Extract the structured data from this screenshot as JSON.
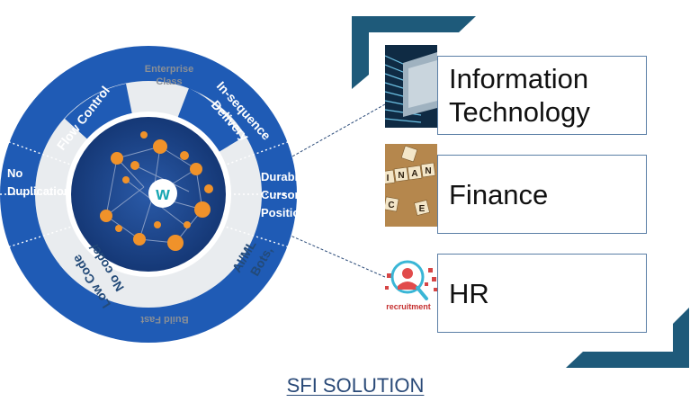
{
  "wheel": {
    "segments": {
      "enterprise_class_line1": "Enterprise",
      "enterprise_class_line2": "Class",
      "flow_control": "Flow Control",
      "in_sequence_line1": "In-sequence",
      "in_sequence_line2": "Delivery",
      "no_duplication_line1": "No",
      "no_duplication_line2": "Duplication",
      "durable_cursor_line1": "Durable",
      "durable_cursor_line2": "Cursor",
      "durable_cursor_line3": "Position",
      "no_code_line1": "No code/",
      "no_code_line2": "Low Code",
      "bots_line1": "Bots,",
      "bots_line2": "AI/ML",
      "build_fast": "Build Fast"
    },
    "center_logo": "w"
  },
  "cards": [
    {
      "line1": "Information",
      "line2": "Technology",
      "icon": "circuit-chip-icon"
    },
    {
      "line1": "Finance",
      "icon": "finance-tiles-icon"
    },
    {
      "line1": "HR",
      "icon": "recruitment-icon"
    }
  ],
  "finance_tiles": [
    "I",
    "N",
    "A",
    "N",
    "C",
    "E"
  ],
  "recruitment_text": "recruitment",
  "caption": "SFI SOLUTION",
  "colors": {
    "ring_blue": "#1f5bb5",
    "inner_light": "#e9ecef",
    "center_dark": "#1a3f86",
    "node_orange": "#f0922a",
    "accent_teal": "#1e5a7a",
    "text_dark_blue": "#234a78",
    "card_border": "#5b7fa6"
  }
}
